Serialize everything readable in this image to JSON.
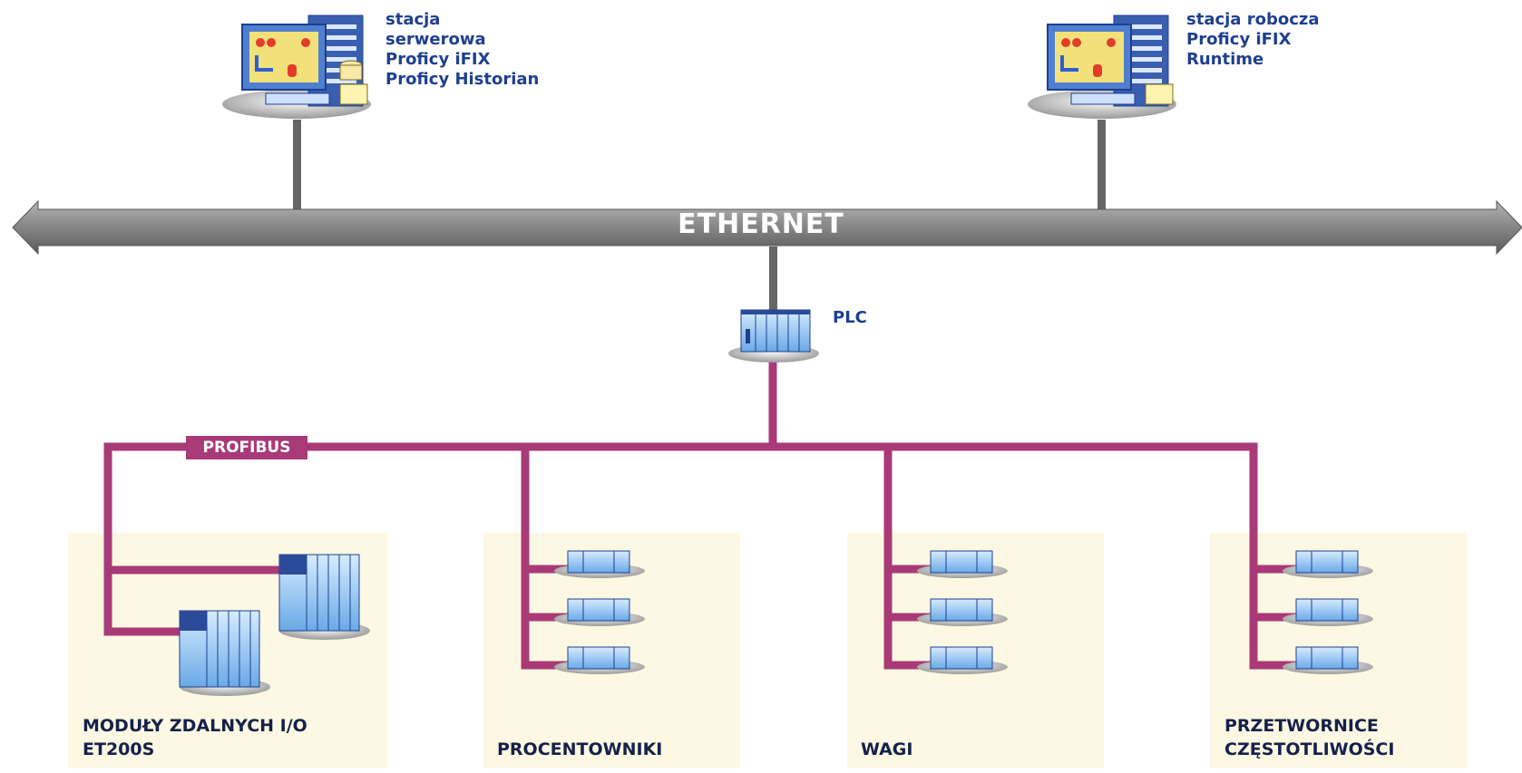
{
  "network": {
    "ethernet_label": "ETHERNET",
    "fieldbus_label": "PROFIBUS",
    "plc_label": "PLC"
  },
  "stations": [
    {
      "lines": [
        "stacja",
        "serwerowa",
        "Proficy iFIX",
        "Proficy Historian"
      ]
    },
    {
      "lines": [
        "stacja robocza",
        "Proficy iFIX",
        "Runtime"
      ]
    }
  ],
  "groups": [
    {
      "lines": [
        "MODUŁY ZDALNYCH I/O",
        "ET200S"
      ]
    },
    {
      "lines": [
        "PROCENTOWNIKI"
      ]
    },
    {
      "lines": [
        "WAGI"
      ]
    },
    {
      "lines": [
        "PRZETWORNICE",
        "CZĘSTOTLIWOŚCI"
      ]
    }
  ],
  "colors": {
    "ethernet_bar": "#7a7a7a",
    "profibus": "#a93a78",
    "connector": "#666666",
    "group_background": "#fdf8e3",
    "label_blue": "#1f3f8f",
    "device_blue": "#8fc3f0"
  }
}
